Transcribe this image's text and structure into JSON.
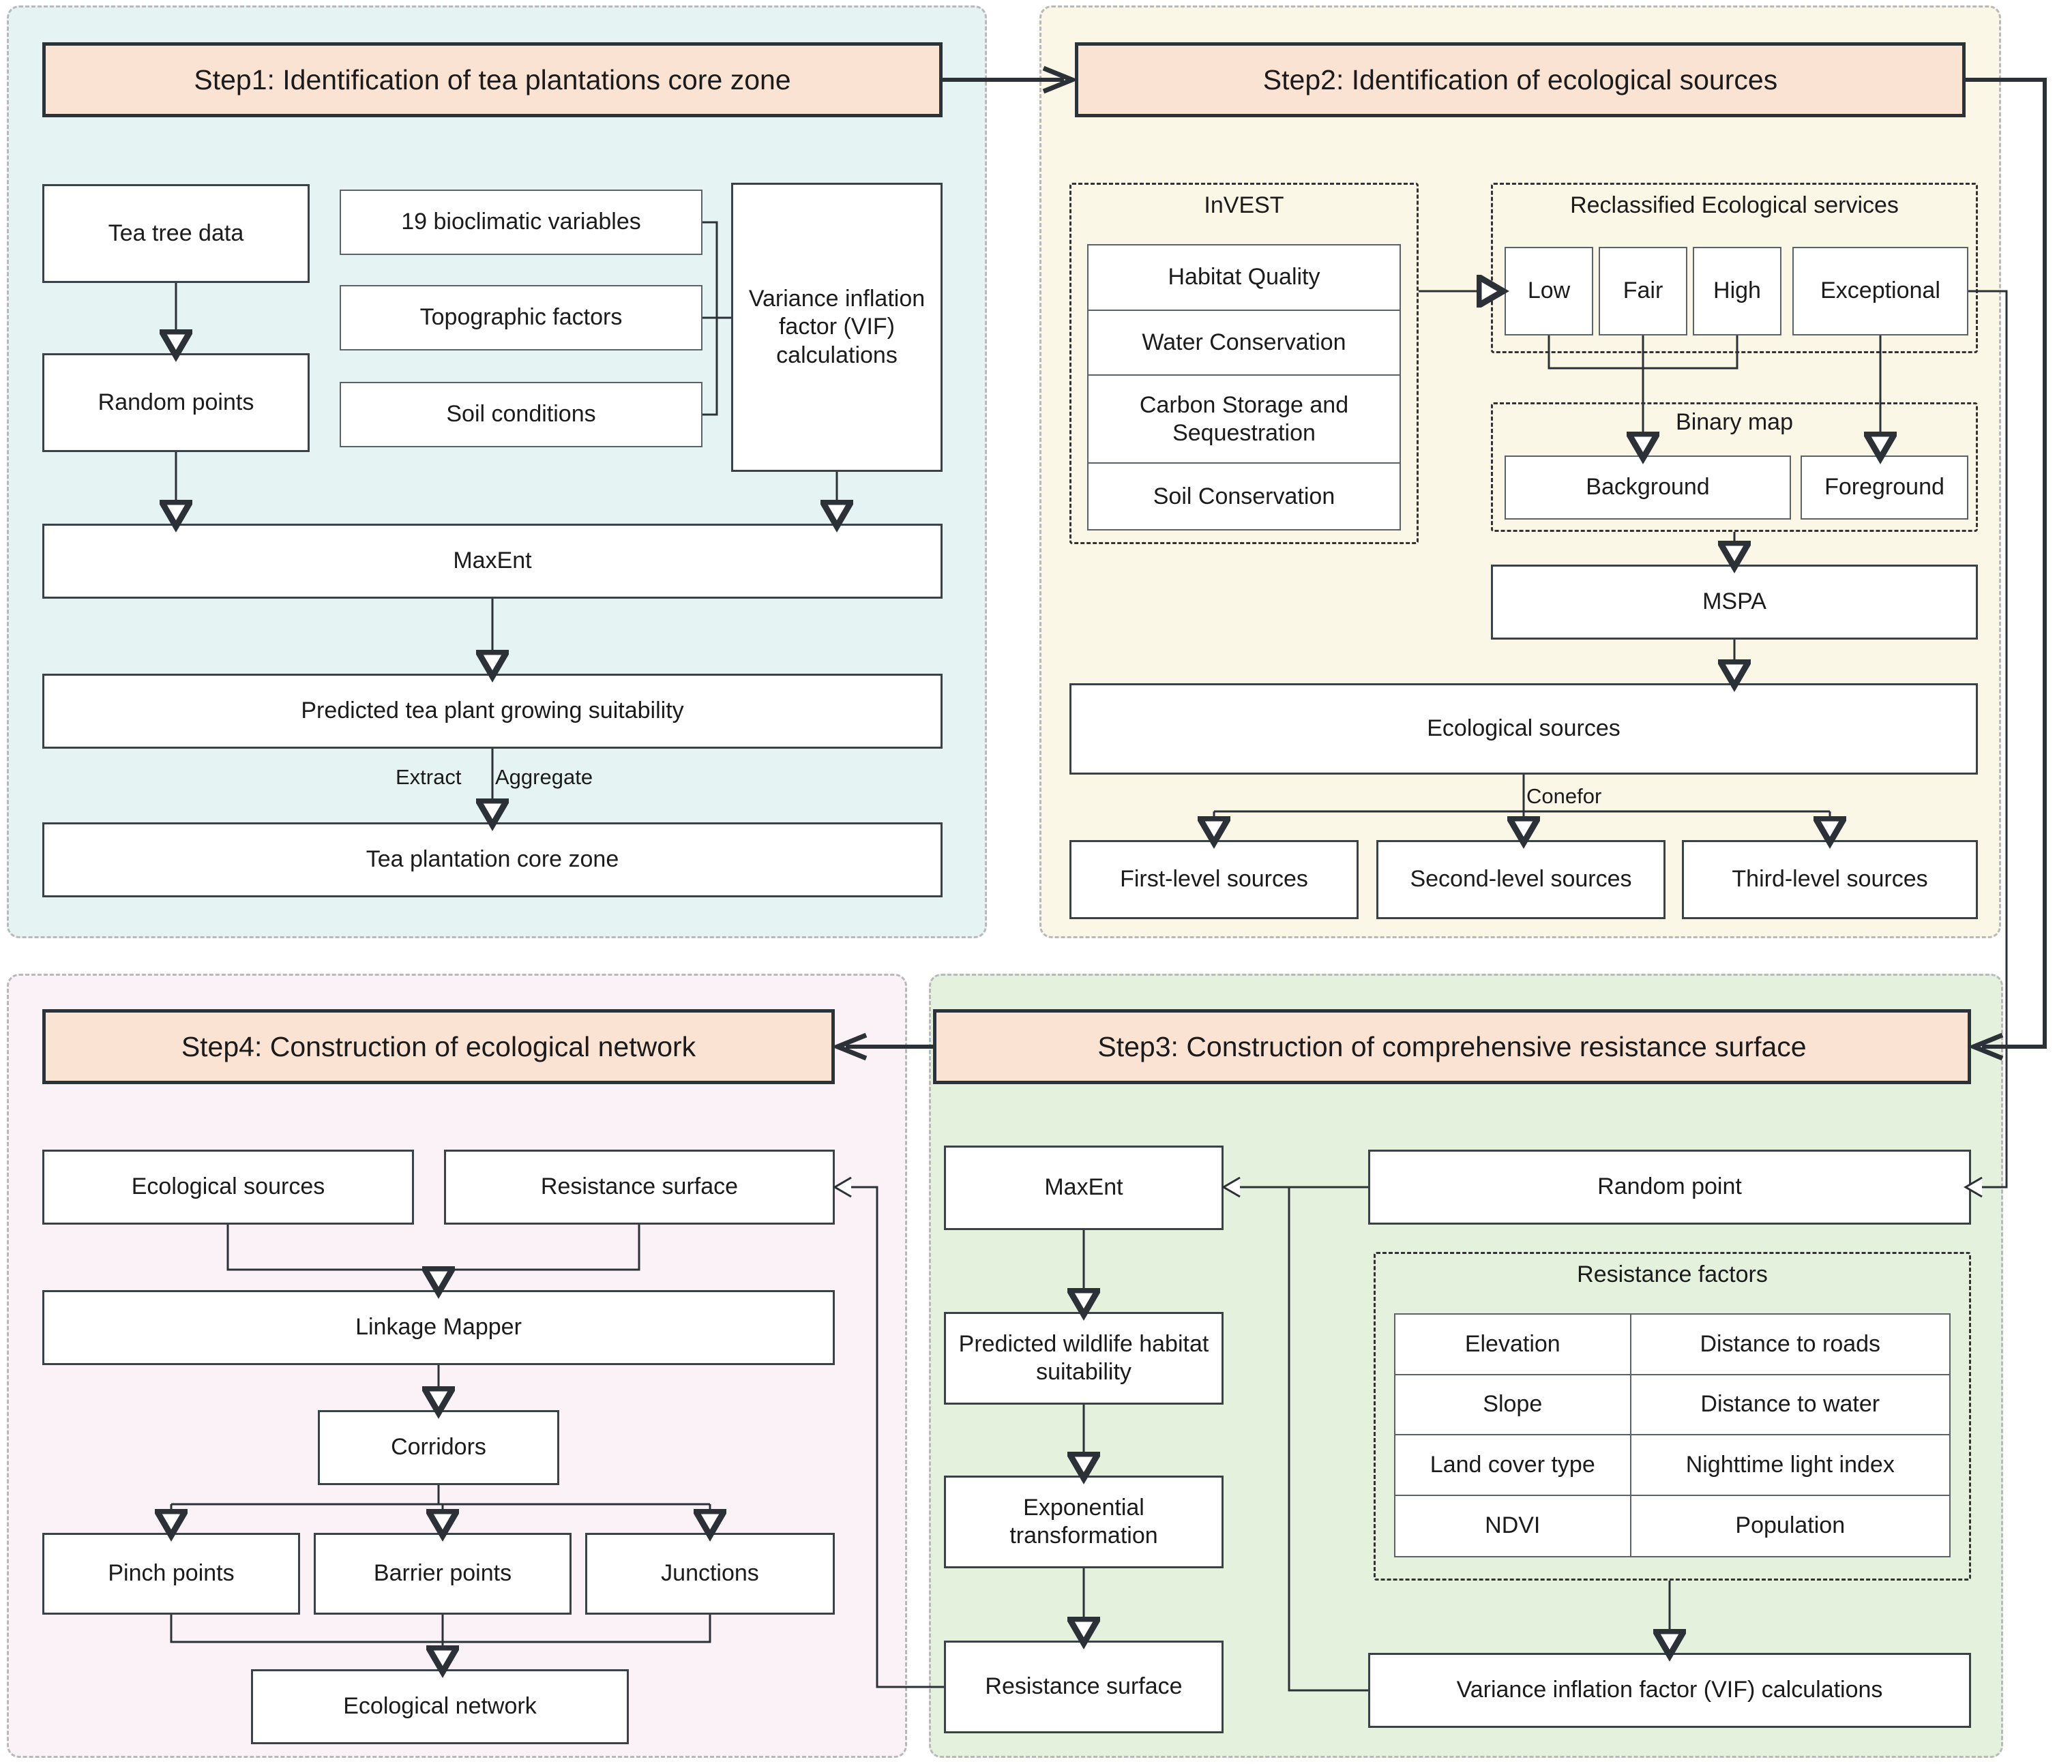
{
  "panels": {
    "step1": {
      "title": "Step1: Identification of tea plantations core zone"
    },
    "step2": {
      "title": "Step2: Identification of ecological sources"
    },
    "step3": {
      "title": "Step3: Construction of comprehensive resistance surface"
    },
    "step4": {
      "title": "Step4: Construction of ecological network"
    }
  },
  "step1": {
    "tea_tree_data": "Tea tree data",
    "random_points": "Random points",
    "bioclimatic": "19 bioclimatic variables",
    "topographic": "Topographic factors",
    "soil": "Soil conditions",
    "vif": "Variance inflation factor (VIF) calculations",
    "maxent": "MaxEnt",
    "predicted": "Predicted tea plant growing suitability",
    "core_zone": "Tea plantation core zone",
    "edge_extract": "Extract",
    "edge_aggregate": "Aggregate"
  },
  "step2": {
    "invest_title": "InVEST",
    "invest_items": [
      "Habitat Quality",
      "Water Conservation",
      "Carbon Storage and Sequestration",
      "Soil Conservation"
    ],
    "reclass_title": "Reclassified Ecological services",
    "reclass_items": [
      "Low",
      "Fair",
      "High",
      "Exceptional"
    ],
    "binary_title": "Binary map",
    "binary_items": [
      "Background",
      "Foreground"
    ],
    "mspa": "MSPA",
    "eco_sources": "Ecological sources",
    "conefor": "Conefor",
    "levels": [
      "First-level sources",
      "Second-level sources",
      "Third-level sources"
    ]
  },
  "step3": {
    "maxent": "MaxEnt",
    "predicted_wildlife": "Predicted wildlife habitat suitability",
    "exponential": "Exponential transformation",
    "resistance_surface": "Resistance surface",
    "random_point": "Random point",
    "resistance_factors_title": "Resistance factors",
    "resistance_factors": [
      "Elevation",
      "Distance to roads",
      "Slope",
      "Distance to water",
      "Land cover type",
      "Nighttime light index",
      "NDVI",
      "Population"
    ],
    "vif": "Variance inflation factor (VIF) calculations"
  },
  "step4": {
    "eco_sources": "Ecological sources",
    "resistance_surface": "Resistance surface",
    "linkage_mapper": "Linkage Mapper",
    "corridors": "Corridors",
    "outputs": [
      "Pinch points",
      "Barrier points",
      "Junctions"
    ],
    "eco_network": "Ecological network"
  },
  "colors": {
    "panel_step1": "#e6f3f3",
    "panel_step2": "#fbf7e6",
    "panel_step3": "#e4f2dd",
    "panel_step4": "#faf2f7",
    "header_fill": "#fae3d2",
    "line": "#2b3136"
  }
}
